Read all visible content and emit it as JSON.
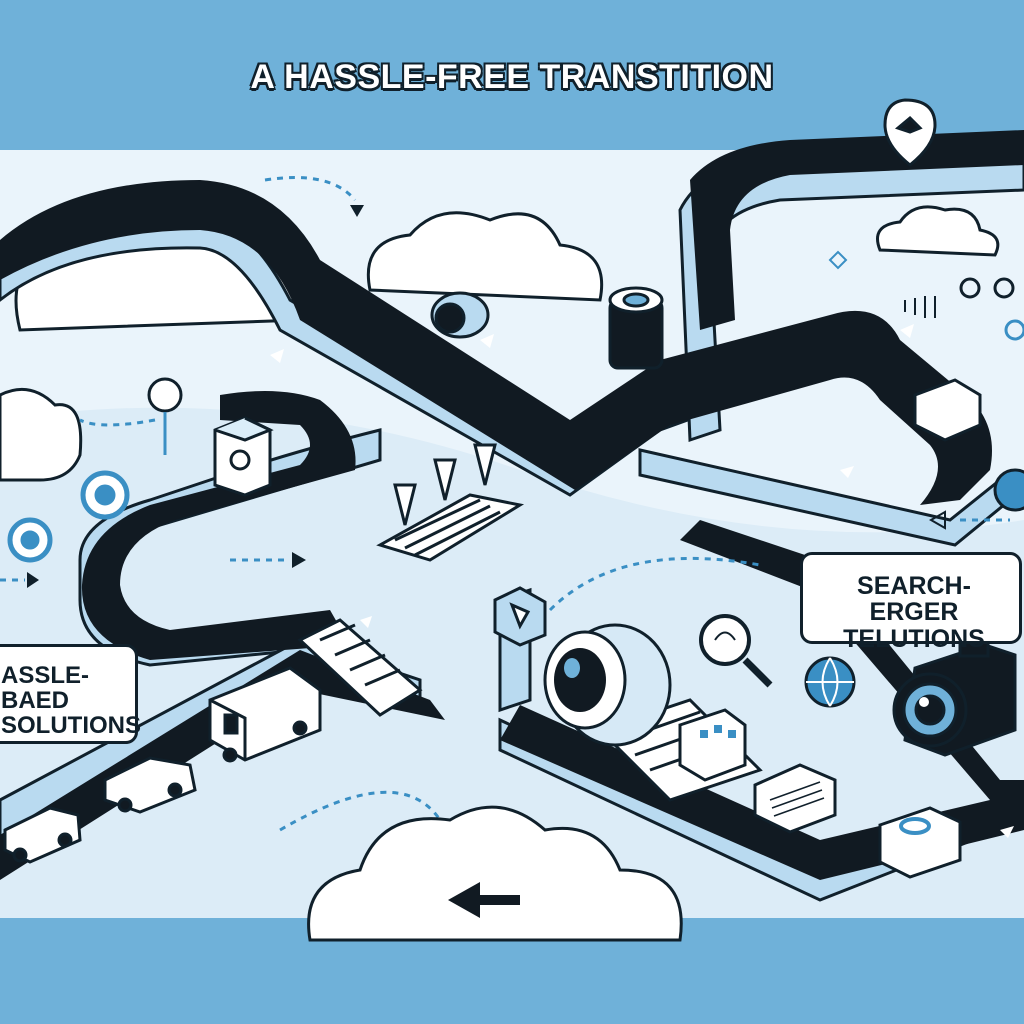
{
  "title": "A HASSLE-FREE TRANSTITION",
  "bubble_right": {
    "line1": "SEARCH-ERGER",
    "line2": "TELUTIONS"
  },
  "bubble_left": {
    "line1": "ASSLE-BAED",
    "line2": "SOLUTIONS"
  },
  "colors": {
    "background": "#6fb1d9",
    "ground": "#eaf4fb",
    "road": "#111a22",
    "outline": "#10202b",
    "accent": "#3a8fc4",
    "cloud": "#ffffff"
  },
  "icons": [
    "cloud-icon",
    "gear-icon",
    "location-pin-icon",
    "magnifier-icon",
    "globe-icon",
    "camera-icon",
    "lens-icon",
    "truck-icon",
    "car-icon",
    "box-icon",
    "arrow-icon"
  ]
}
